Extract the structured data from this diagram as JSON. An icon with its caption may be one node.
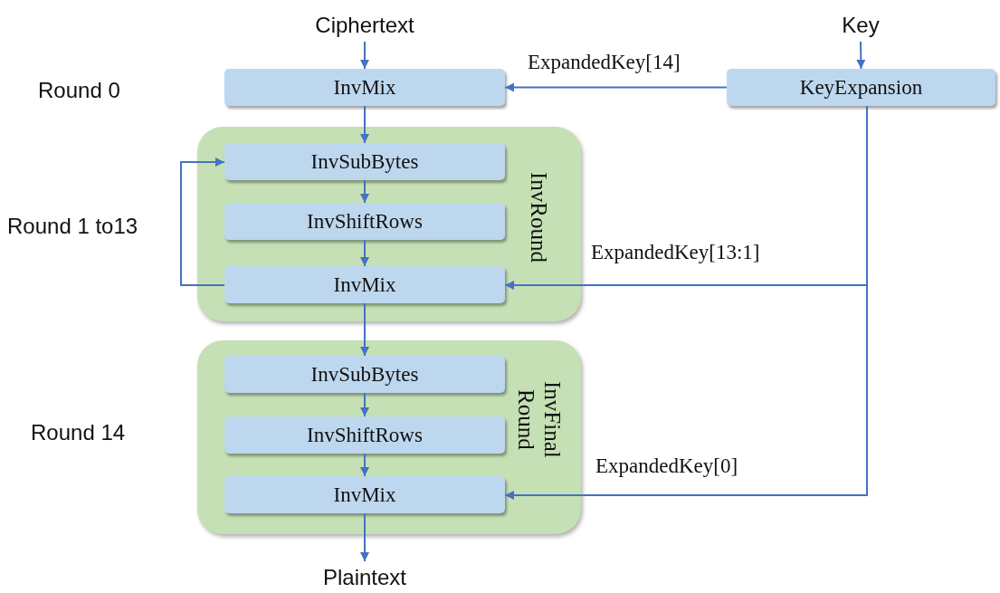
{
  "diagram": {
    "nodes": [
      {
        "text": [
          "Ciphertext"
        ]
      },
      {
        "text": [
          "Key"
        ]
      },
      {
        "text": [
          "InvMix"
        ]
      },
      {
        "text": [
          "KeyExpansion"
        ]
      },
      {
        "text": [
          "InvRound"
        ]
      },
      {
        "text": [
          "InvSubBytes"
        ],
        "in": 4
      },
      {
        "text": [
          "InvShiftRows"
        ],
        "in": 4
      },
      {
        "text": [
          "InvMix"
        ],
        "in": 4
      },
      {
        "text": [
          "InvFinal Round"
        ]
      },
      {
        "text": [
          "InvSubBytes"
        ],
        "in": 8
      },
      {
        "text": [
          "InvShiftRows"
        ],
        "in": 8
      },
      {
        "text": [
          "InvMix"
        ],
        "in": 8
      },
      {
        "text": [
          "Plaintext"
        ]
      }
    ],
    "edges": [
      {
        "from": 0,
        "to": 2,
        "arrow": "to"
      },
      {
        "from": 1,
        "to": 3,
        "arrow": "to"
      },
      {
        "from": 3,
        "to": 2,
        "arrow": "to",
        "label": "ExpandedKey[14]"
      },
      {
        "from": 2,
        "to": 5,
        "arrow": "to"
      },
      {
        "from": 5,
        "to": 6,
        "arrow": "to"
      },
      {
        "from": 6,
        "to": 7,
        "arrow": "to"
      },
      {
        "from": 7,
        "to": 5,
        "arrow": "to"
      },
      {
        "from": 3,
        "to": 7,
        "arrow": "to",
        "label": "ExpandedKey[13:1]"
      },
      {
        "from": 7,
        "to": 9,
        "arrow": "to"
      },
      {
        "from": 9,
        "to": 10,
        "arrow": "to"
      },
      {
        "from": 10,
        "to": 11,
        "arrow": "to"
      },
      {
        "from": 3,
        "to": 11,
        "arrow": "to",
        "label": "ExpandedKey[0]"
      },
      {
        "from": 11,
        "to": 12,
        "arrow": "to"
      }
    ],
    "labels": [
      "Round 0",
      "Round 1 to13",
      "Round 14"
    ]
  }
}
